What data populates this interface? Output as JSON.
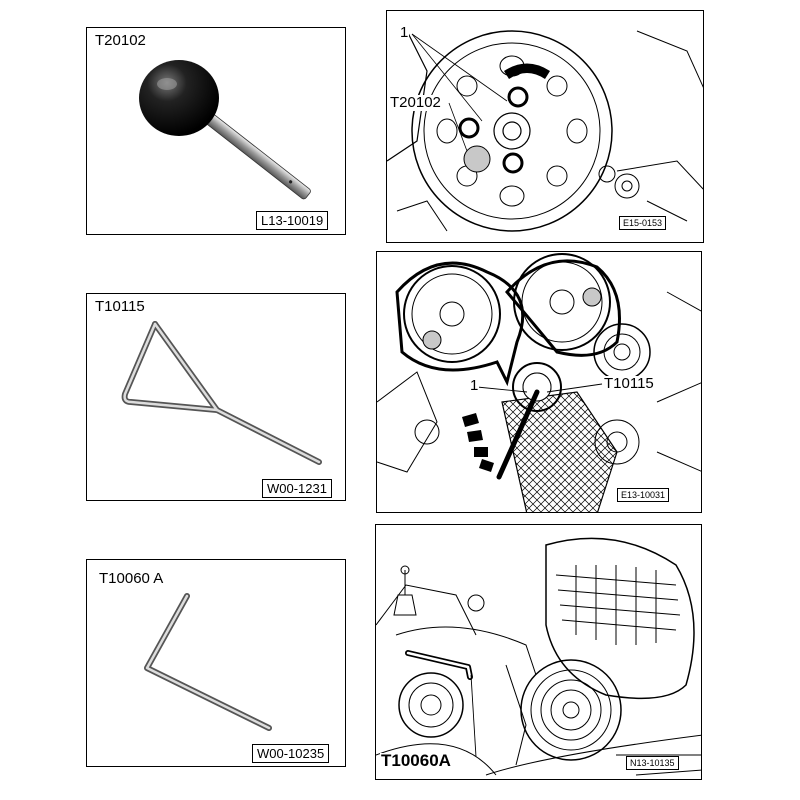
{
  "tools": [
    {
      "name": "T20102",
      "code": "L13-10019",
      "figure_code": "E15-0153",
      "callouts": [
        "1",
        "T20102"
      ]
    },
    {
      "name": "T10115",
      "code": "W00-1231",
      "figure_code": "E13-10031",
      "callouts": [
        "1",
        "T10115"
      ]
    },
    {
      "name": "T10060 A",
      "code": "W00-10235",
      "figure_code": "N13-10135",
      "callouts": [
        "T10060A"
      ]
    }
  ]
}
